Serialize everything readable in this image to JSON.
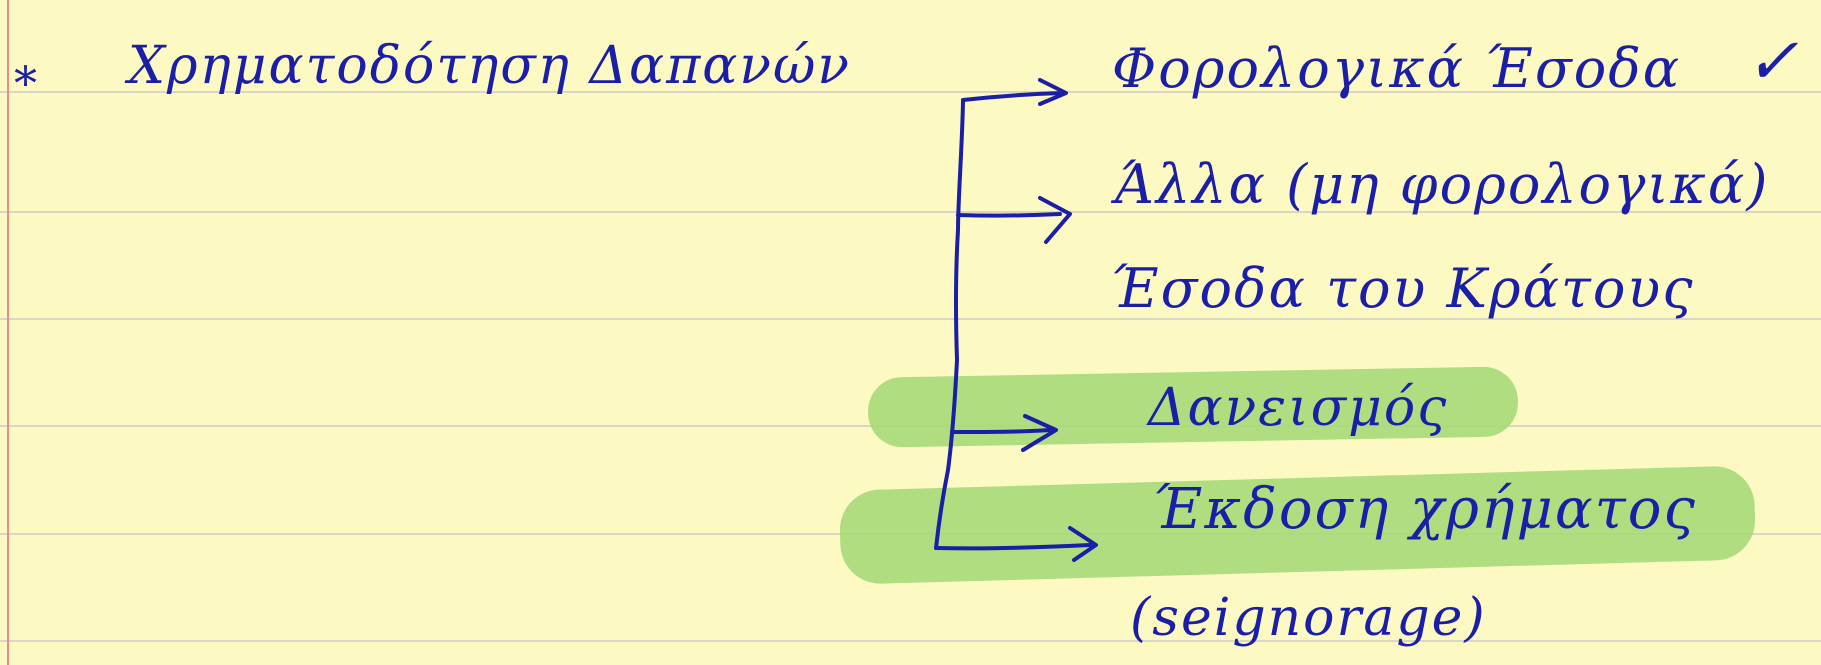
{
  "note": {
    "bullet": "*",
    "title": "Χρηματοδότηση Δαπανών",
    "branches": [
      {
        "text": "Φορολογικά Έσοδα",
        "check": "✓",
        "highlighted": false
      },
      {
        "text": "Άλλα (μη φορολογικά)",
        "highlighted": false
      },
      {
        "text": "Έσοδα του Κράτους",
        "highlighted": false
      },
      {
        "text": "Δανεισμός",
        "highlighted": true
      },
      {
        "text": "Έκδοση χρήματος",
        "highlighted": true
      },
      {
        "text": "(seignorage)",
        "highlighted": true
      }
    ]
  },
  "colors": {
    "paper": "#fdf9c3",
    "ink": "#1a1fa6",
    "highlight": "#a8d97a",
    "rule": "#d9d6c6",
    "margin": "#e88b8b"
  }
}
